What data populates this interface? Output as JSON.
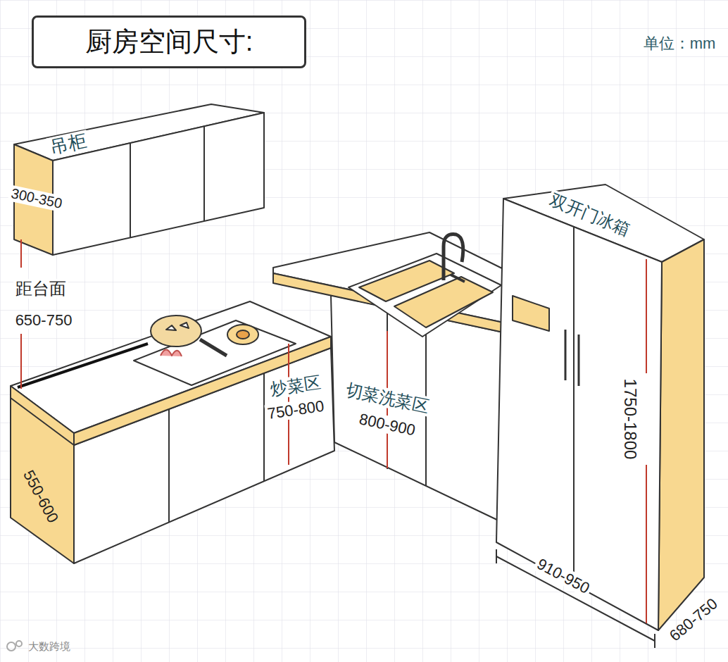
{
  "diagram": {
    "nodes": [
      {
        "text": [
          "厨房空间尺寸:"
        ]
      }
    ],
    "labels": [
      "单位：mm",
      "吊柜",
      "300-350",
      "距台面",
      "650-750",
      "炒菜区",
      "750-800",
      "切菜洗菜区",
      "800-900",
      "双开门冰箱",
      "1750-1800",
      "550-600",
      "910-950",
      "680-750",
      "大数跨境"
    ]
  }
}
